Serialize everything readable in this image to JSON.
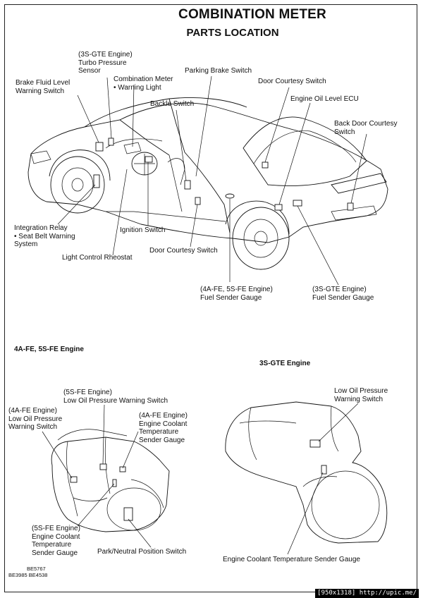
{
  "title": "COMBINATION METER",
  "subtitle": "PARTS LOCATION",
  "labels": {
    "turbo_sensor": [
      "(3S-GTE Engine)",
      "Turbo Pressure",
      "Sensor"
    ],
    "brake_fluid": [
      "Brake Fluid Level",
      "Warning Switch"
    ],
    "combination_meter": [
      "Combination Meter",
      "•  Warning Light"
    ],
    "parking_brake": "Parking Brake Switch",
    "door_courtesy_top": "Door Courtesy Switch",
    "oil_level_ecu": "Engine Oil Level ECU",
    "backle": "Backle Switch",
    "back_door": [
      "Back Door Courtesy",
      "Switch"
    ],
    "integration_relay": [
      "Integration Relay",
      "•  Seat Belt Warning",
      "    System"
    ],
    "ignition": "Ignition Switch",
    "light_control": "Light Control Rheostat",
    "door_courtesy_bottom": "Door Courtesy Switch",
    "fuel_sender_4a": [
      "(4A-FE, 5S-FE Engine)",
      "Fuel Sender Gauge"
    ],
    "fuel_sender_3s": [
      "(3S-GTE Engine)",
      "Fuel Sender Gauge"
    ],
    "sec_4afe": "4A-FE, 5S-FE Engine",
    "sec_3sgte": "3S-GTE Engine",
    "oil_5sfe": [
      "(5S-FE Engine)",
      "Low Oil Pressure Warning Switch"
    ],
    "oil_4afe": [
      "(4A-FE Engine)",
      "Low Oil Pressure",
      "Warning Switch"
    ],
    "coolant_4afe": [
      "(4A-FE Engine)",
      "Engine Coolant",
      "Temperature",
      "Sender Gauge"
    ],
    "coolant_5sfe": [
      "(5S-FE Engine)",
      "Engine Coolant",
      "Temperature",
      "Sender Gauge"
    ],
    "park_neutral": "Park/Neutral Position Switch",
    "oil_3sgte": [
      "Low Oil Pressure",
      "Warning Switch"
    ],
    "coolant_3sgte": "Engine Coolant Temperature Sender Gauge"
  },
  "figure_codes": [
    "BE5767",
    "BE3985 BE4538"
  ],
  "watermark": "[950x1318] http://upic.me/"
}
